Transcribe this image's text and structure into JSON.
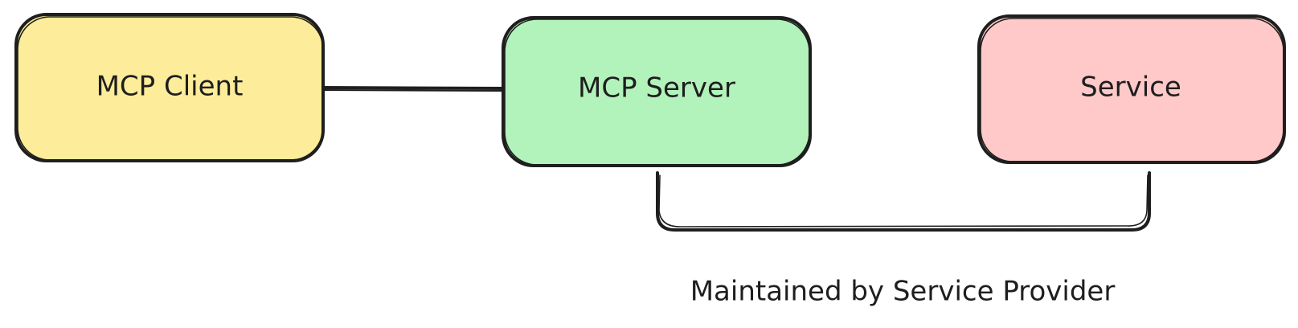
{
  "nodes": {
    "client": {
      "label": "MCP Client",
      "fill": "#FDEC9A"
    },
    "server": {
      "label": "MCP Server",
      "fill": "#B2F2BB"
    },
    "service": {
      "label": "Service",
      "fill": "#FFC9C9"
    }
  },
  "bracket": {
    "caption": "Maintained by Service Provider"
  },
  "colors": {
    "stroke": "#1e1e1e",
    "background": "#ffffff"
  }
}
